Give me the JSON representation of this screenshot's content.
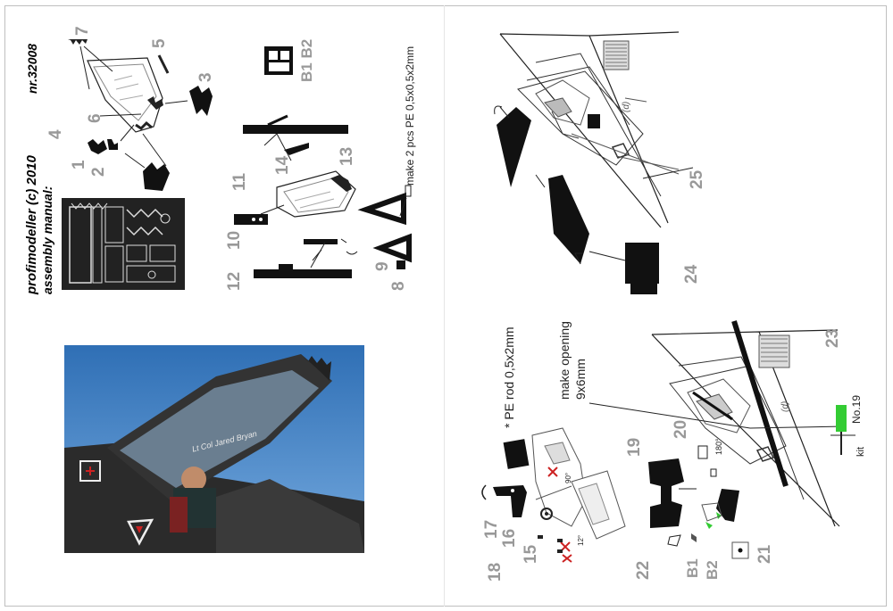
{
  "header": {
    "brand": "profimodeller (c) 2010",
    "subtitle": "assembly manual:",
    "code": "nr.32008"
  },
  "notes": {
    "make_pe": "make 2 pcs PE 0,5x0,5x2mm",
    "pe_rod": "* PE rod 0,5x2mm",
    "make_opening_1": "make opening",
    "make_opening_2": "9x6mm",
    "kit": "kit",
    "no19": "No.19",
    "deg180": "180°",
    "deg90": "90°",
    "deg12": "12°",
    "cockpit_label": "(d)"
  },
  "part_numbers": {
    "p1": "1",
    "p2": "2",
    "p3": "3",
    "p4": "4",
    "p5": "5",
    "p6": "6",
    "p7": "7",
    "p8": "8",
    "p9": "9",
    "p10": "10",
    "p11": "11",
    "p12": "12",
    "p13": "13",
    "p14": "14",
    "p15": "15",
    "p16": "16",
    "p17": "17",
    "p18": "18",
    "p19": "19",
    "p20": "20",
    "p21": "21",
    "p22": "22",
    "p23": "23",
    "p24": "24",
    "p25": "25",
    "b1": "B1",
    "b2": "B2",
    "b1b2": "B1 B2"
  },
  "photo": {
    "nose_art": "Lt Col Jared Bryan"
  },
  "colors": {
    "label_gray": "#999999",
    "accent_green": "#33cc33",
    "sky_blue": "#3f82c8",
    "marker_red": "#cc2222"
  }
}
